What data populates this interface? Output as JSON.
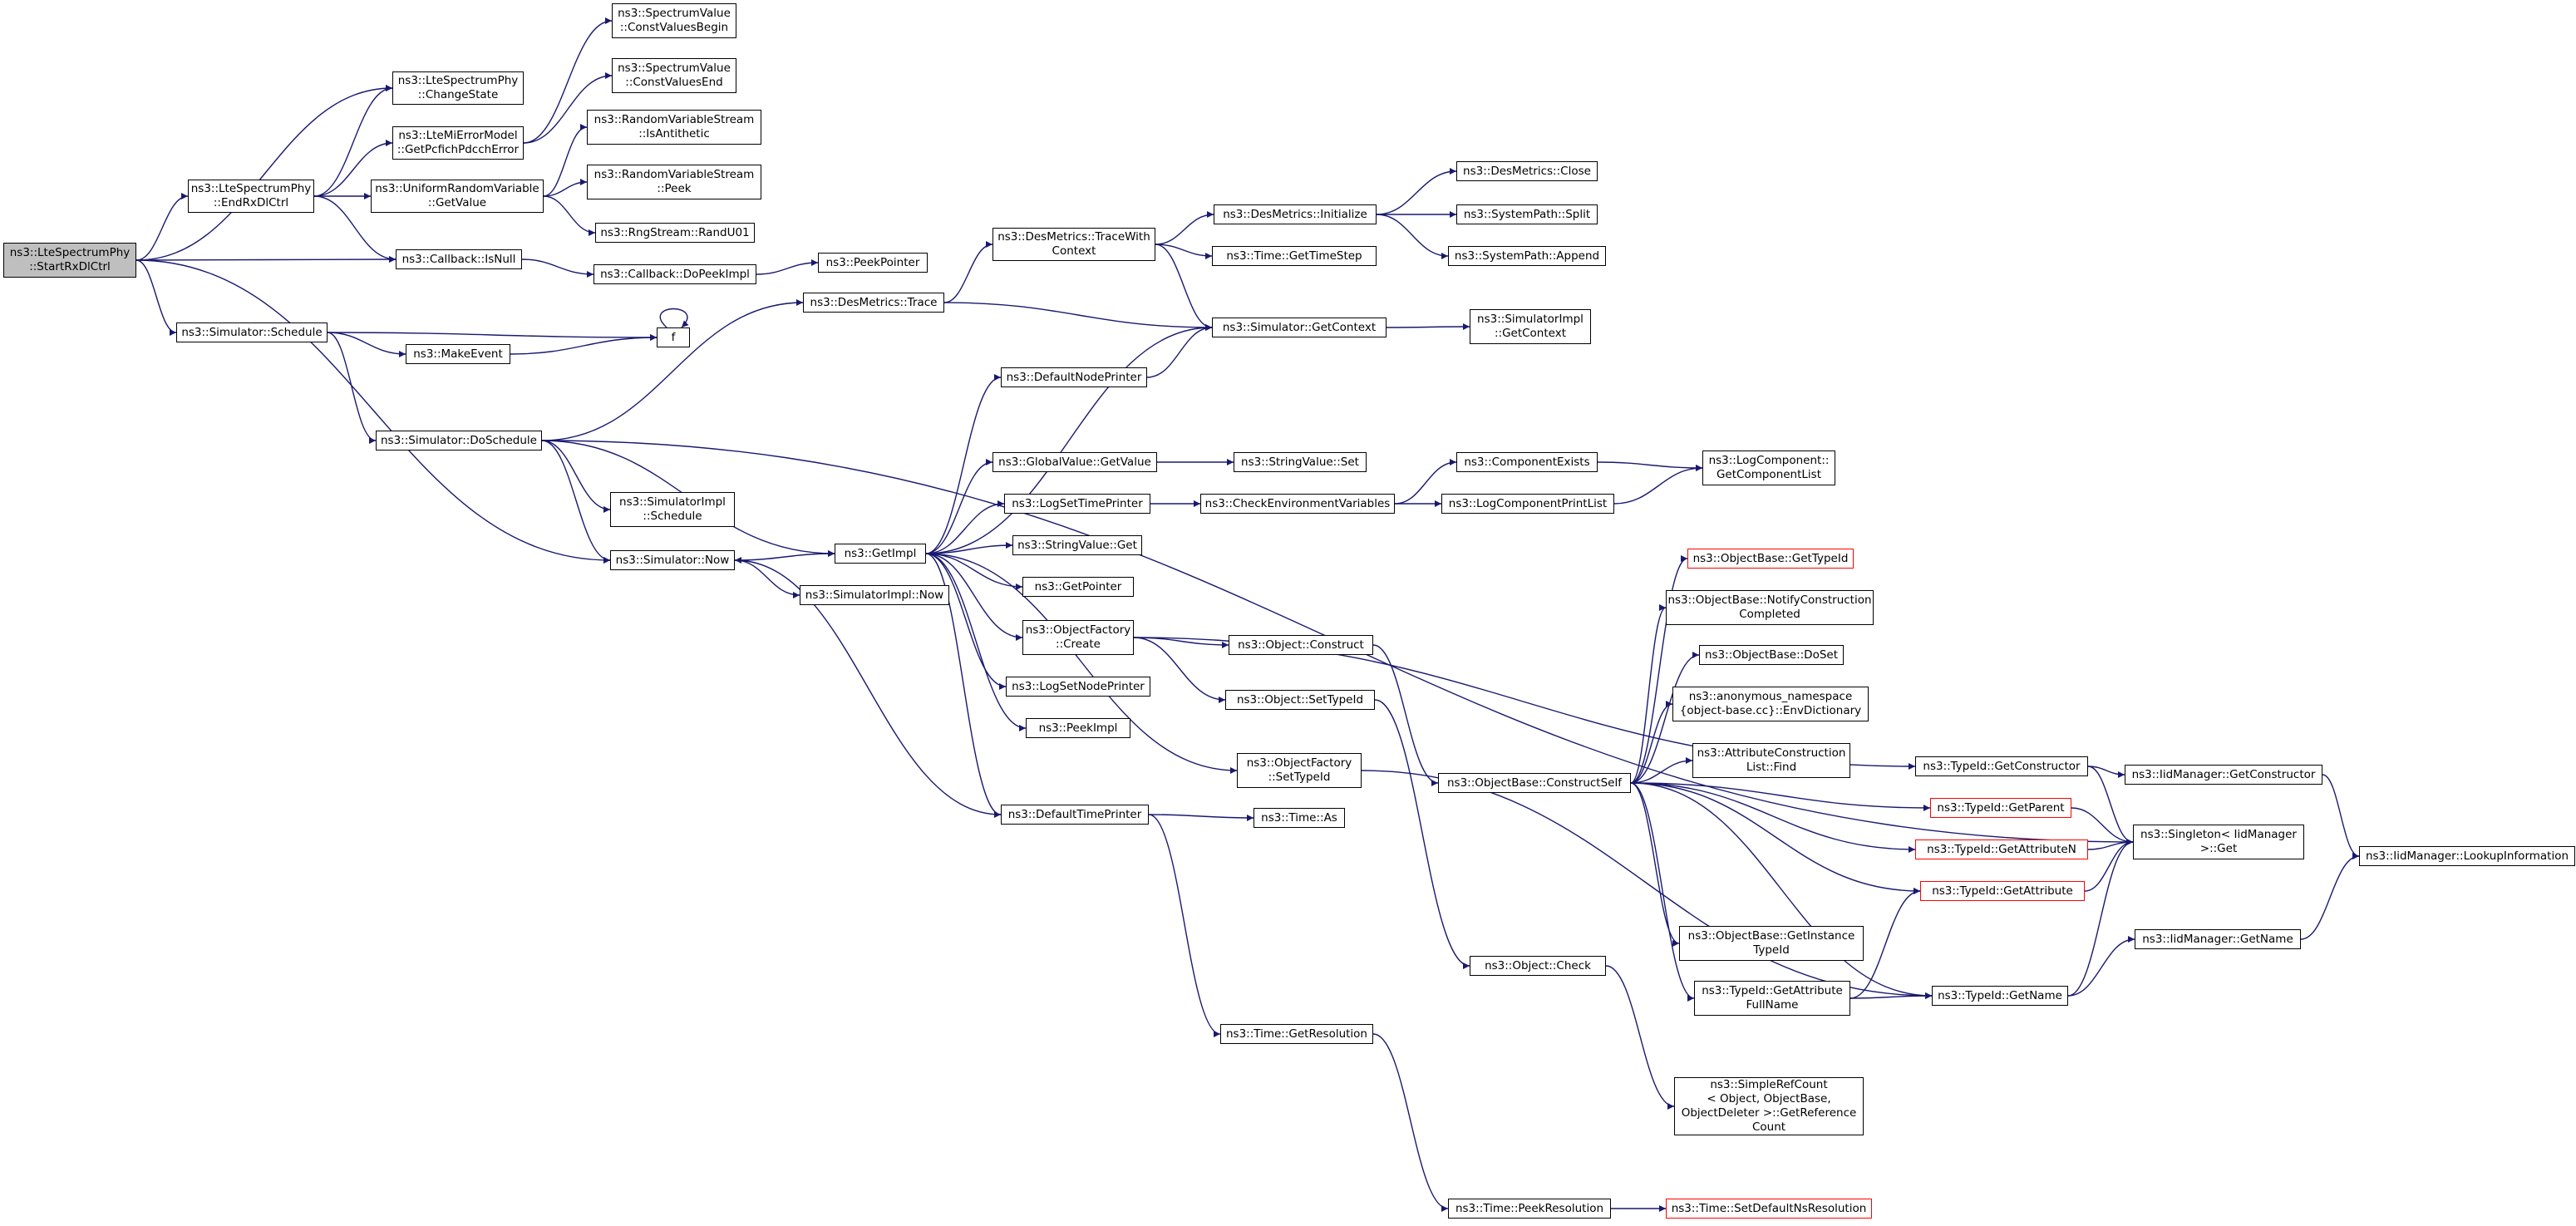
{
  "colors": {
    "edge": "#191970",
    "root_fill": "#bfbfbf",
    "truncated_border": "#ff0000",
    "node_border": "#000000"
  },
  "nodes": [
    {
      "id": "root",
      "label": "ns3::LteSpectrumPhy\n::StartRxDlCtrl",
      "root": true
    },
    {
      "id": "changeState",
      "label": "ns3::LteSpectrumPhy\n::ChangeState"
    },
    {
      "id": "endRx",
      "label": "ns3::LteSpectrumPhy\n::EndRxDlCtrl"
    },
    {
      "id": "miErr",
      "label": "ns3::LteMiErrorModel\n::GetPcfichPdcchError"
    },
    {
      "id": "uniform",
      "label": "ns3::UniformRandomVariable\n::GetValue"
    },
    {
      "id": "isNull",
      "label": "ns3::Callback::IsNull"
    },
    {
      "id": "schedule",
      "label": "ns3::Simulator::Schedule"
    },
    {
      "id": "cvBegin",
      "label": "ns3::SpectrumValue\n::ConstValuesBegin"
    },
    {
      "id": "cvEnd",
      "label": "ns3::SpectrumValue\n::ConstValuesEnd"
    },
    {
      "id": "isAnti",
      "label": "ns3::RandomVariableStream\n::IsAntithetic"
    },
    {
      "id": "rvsPeek",
      "label": "ns3::RandomVariableStream\n::Peek"
    },
    {
      "id": "randU01",
      "label": "ns3::RngStream::RandU01"
    },
    {
      "id": "doPeekImpl",
      "label": "ns3::Callback::DoPeekImpl"
    },
    {
      "id": "peekPointer",
      "label": "ns3::PeekPointer"
    },
    {
      "id": "f",
      "label": "f"
    },
    {
      "id": "makeEvent",
      "label": "ns3::MakeEvent"
    },
    {
      "id": "doSchedule",
      "label": "ns3::Simulator::DoSchedule"
    },
    {
      "id": "simImplSched",
      "label": "ns3::SimulatorImpl\n::Schedule"
    },
    {
      "id": "simNow",
      "label": "ns3::Simulator::Now"
    },
    {
      "id": "getImpl",
      "label": "ns3::GetImpl"
    },
    {
      "id": "simImplNow",
      "label": "ns3::SimulatorImpl::Now"
    },
    {
      "id": "desTrace",
      "label": "ns3::DesMetrics::Trace"
    },
    {
      "id": "traceWith",
      "label": "ns3::DesMetrics::TraceWith\nContext"
    },
    {
      "id": "desInit",
      "label": "ns3::DesMetrics::Initialize"
    },
    {
      "id": "desClose",
      "label": "ns3::DesMetrics::Close"
    },
    {
      "id": "spSplit",
      "label": "ns3::SystemPath::Split"
    },
    {
      "id": "spAppend",
      "label": "ns3::SystemPath::Append"
    },
    {
      "id": "getTimeStep",
      "label": "ns3::Time::GetTimeStep"
    },
    {
      "id": "getContext",
      "label": "ns3::Simulator::GetContext"
    },
    {
      "id": "simImplGetCtx",
      "label": "ns3::SimulatorImpl\n::GetContext"
    },
    {
      "id": "defNodePrinter",
      "label": "ns3::DefaultNodePrinter"
    },
    {
      "id": "gvGetValue",
      "label": "ns3::GlobalValue::GetValue"
    },
    {
      "id": "svSet",
      "label": "ns3::StringValue::Set"
    },
    {
      "id": "logSetTimePrinter",
      "label": "ns3::LogSetTimePrinter"
    },
    {
      "id": "checkEnv",
      "label": "ns3::CheckEnvironmentVariables"
    },
    {
      "id": "compExists",
      "label": "ns3::ComponentExists"
    },
    {
      "id": "logCompPrintList",
      "label": "ns3::LogComponentPrintList"
    },
    {
      "id": "logCompGetList",
      "label": "ns3::LogComponent::\nGetComponentList"
    },
    {
      "id": "svGet",
      "label": "ns3::StringValue::Get"
    },
    {
      "id": "getPointer",
      "label": "ns3::GetPointer"
    },
    {
      "id": "ofCreate",
      "label": "ns3::ObjectFactory\n::Create"
    },
    {
      "id": "objConstruct",
      "label": "ns3::Object::Construct"
    },
    {
      "id": "objSetTypeId",
      "label": "ns3::Object::SetTypeId"
    },
    {
      "id": "logSetNodePrinter",
      "label": "ns3::LogSetNodePrinter"
    },
    {
      "id": "peekImpl",
      "label": "ns3::PeekImpl"
    },
    {
      "id": "ofSetTypeId",
      "label": "ns3::ObjectFactory\n::SetTypeId"
    },
    {
      "id": "defTimePrinter",
      "label": "ns3::DefaultTimePrinter"
    },
    {
      "id": "timeAs",
      "label": "ns3::Time::As"
    },
    {
      "id": "obGetTypeId",
      "label": "ns3::ObjectBase::GetTypeId",
      "red": true
    },
    {
      "id": "obNotify",
      "label": "ns3::ObjectBase::NotifyConstruction\nCompleted"
    },
    {
      "id": "obDoSet",
      "label": "ns3::ObjectBase::DoSet"
    },
    {
      "id": "anonEnv",
      "label": "ns3::anonymous_namespace\n{object-base.cc}::EnvDictionary"
    },
    {
      "id": "attrFind",
      "label": "ns3::AttributeConstruction\nList::Find"
    },
    {
      "id": "obConstructSelf",
      "label": "ns3::ObjectBase::ConstructSelf"
    },
    {
      "id": "tidGetConstructor",
      "label": "ns3::TypeId::GetConstructor"
    },
    {
      "id": "iidGetConstructor",
      "label": "ns3::IidManager::GetConstructor"
    },
    {
      "id": "tidGetParent",
      "label": "ns3::TypeId::GetParent",
      "red": true
    },
    {
      "id": "tidGetAttrN",
      "label": "ns3::TypeId::GetAttributeN",
      "red": true
    },
    {
      "id": "tidGetAttr",
      "label": "ns3::TypeId::GetAttribute",
      "red": true
    },
    {
      "id": "singletonGet",
      "label": "ns3::Singleton< IidManager\n>::Get"
    },
    {
      "id": "iidLookup",
      "label": "ns3::IidManager::LookupInformation"
    },
    {
      "id": "obGetInstTid",
      "label": "ns3::ObjectBase::GetInstance\nTypeId"
    },
    {
      "id": "tidGetAttrFull",
      "label": "ns3::TypeId::GetAttribute\nFullName"
    },
    {
      "id": "tidGetName",
      "label": "ns3::TypeId::GetName"
    },
    {
      "id": "iidGetName",
      "label": "ns3::IidManager::GetName"
    },
    {
      "id": "objCheck",
      "label": "ns3::Object::Check"
    },
    {
      "id": "simpleRef",
      "label": "ns3::SimpleRefCount\n< Object, ObjectBase,\n ObjectDeleter >::GetReference\nCount"
    },
    {
      "id": "timeGetRes",
      "label": "ns3::Time::GetResolution"
    },
    {
      "id": "timePeekRes",
      "label": "ns3::Time::PeekResolution"
    },
    {
      "id": "timeSetDefNs",
      "label": "ns3::Time::SetDefaultNsResolution",
      "red": true
    }
  ],
  "edges": [
    [
      "root",
      "changeState"
    ],
    [
      "root",
      "endRx"
    ],
    [
      "root",
      "isNull"
    ],
    [
      "root",
      "schedule"
    ],
    [
      "root",
      "simNow"
    ],
    [
      "endRx",
      "changeState"
    ],
    [
      "endRx",
      "miErr"
    ],
    [
      "endRx",
      "uniform"
    ],
    [
      "endRx",
      "isNull"
    ],
    [
      "miErr",
      "cvBegin"
    ],
    [
      "miErr",
      "cvEnd"
    ],
    [
      "uniform",
      "isAnti"
    ],
    [
      "uniform",
      "rvsPeek"
    ],
    [
      "uniform",
      "randU01"
    ],
    [
      "isNull",
      "doPeekImpl"
    ],
    [
      "doPeekImpl",
      "peekPointer"
    ],
    [
      "schedule",
      "f"
    ],
    [
      "schedule",
      "makeEvent"
    ],
    [
      "schedule",
      "doSchedule"
    ],
    [
      "makeEvent",
      "f"
    ],
    [
      "f",
      "f"
    ],
    [
      "doSchedule",
      "desTrace"
    ],
    [
      "doSchedule",
      "simImplSched"
    ],
    [
      "doSchedule",
      "simNow"
    ],
    [
      "doSchedule",
      "getImpl"
    ],
    [
      "doSchedule",
      "singletonGet"
    ],
    [
      "simNow",
      "getImpl"
    ],
    [
      "simNow",
      "simImplNow"
    ],
    [
      "desTrace",
      "traceWith"
    ],
    [
      "desTrace",
      "getContext"
    ],
    [
      "traceWith",
      "desInit"
    ],
    [
      "traceWith",
      "getTimeStep"
    ],
    [
      "traceWith",
      "getContext"
    ],
    [
      "desInit",
      "desClose"
    ],
    [
      "desInit",
      "spSplit"
    ],
    [
      "desInit",
      "spAppend"
    ],
    [
      "getContext",
      "simImplGetCtx"
    ],
    [
      "getImpl",
      "getContext"
    ],
    [
      "getImpl",
      "defNodePrinter"
    ],
    [
      "getImpl",
      "gvGetValue"
    ],
    [
      "getImpl",
      "logSetTimePrinter"
    ],
    [
      "getImpl",
      "svGet"
    ],
    [
      "getImpl",
      "getPointer"
    ],
    [
      "getImpl",
      "ofCreate"
    ],
    [
      "getImpl",
      "logSetNodePrinter"
    ],
    [
      "getImpl",
      "peekImpl"
    ],
    [
      "getImpl",
      "ofSetTypeId"
    ],
    [
      "getImpl",
      "defTimePrinter"
    ],
    [
      "defNodePrinter",
      "getContext"
    ],
    [
      "gvGetValue",
      "svSet"
    ],
    [
      "logSetTimePrinter",
      "checkEnv"
    ],
    [
      "checkEnv",
      "compExists"
    ],
    [
      "checkEnv",
      "logCompPrintList"
    ],
    [
      "compExists",
      "logCompGetList"
    ],
    [
      "logCompPrintList",
      "logCompGetList"
    ],
    [
      "ofCreate",
      "objConstruct"
    ],
    [
      "ofCreate",
      "objSetTypeId"
    ],
    [
      "ofCreate",
      "tidGetConstructor"
    ],
    [
      "objConstruct",
      "obConstructSelf"
    ],
    [
      "objSetTypeId",
      "objCheck"
    ],
    [
      "ofSetTypeId",
      "tidGetName"
    ],
    [
      "defTimePrinter",
      "simNow"
    ],
    [
      "defTimePrinter",
      "timeAs"
    ],
    [
      "defTimePrinter",
      "timeGetRes"
    ],
    [
      "obConstructSelf",
      "obGetTypeId"
    ],
    [
      "obConstructSelf",
      "obNotify"
    ],
    [
      "obConstructSelf",
      "obDoSet"
    ],
    [
      "obConstructSelf",
      "anonEnv"
    ],
    [
      "obConstructSelf",
      "attrFind"
    ],
    [
      "obConstructSelf",
      "tidGetParent"
    ],
    [
      "obConstructSelf",
      "tidGetAttrN"
    ],
    [
      "obConstructSelf",
      "tidGetAttr"
    ],
    [
      "obConstructSelf",
      "obGetInstTid"
    ],
    [
      "obConstructSelf",
      "tidGetAttrFull"
    ],
    [
      "obConstructSelf",
      "tidGetName"
    ],
    [
      "tidGetConstructor",
      "iidGetConstructor"
    ],
    [
      "tidGetConstructor",
      "singletonGet"
    ],
    [
      "iidGetConstructor",
      "iidLookup"
    ],
    [
      "tidGetParent",
      "singletonGet"
    ],
    [
      "tidGetAttrN",
      "singletonGet"
    ],
    [
      "tidGetAttr",
      "singletonGet"
    ],
    [
      "tidGetAttrFull",
      "tidGetAttr"
    ],
    [
      "tidGetAttrFull",
      "tidGetName"
    ],
    [
      "tidGetName",
      "singletonGet"
    ],
    [
      "tidGetName",
      "iidGetName"
    ],
    [
      "iidGetName",
      "iidLookup"
    ],
    [
      "objCheck",
      "simpleRef"
    ],
    [
      "timeGetRes",
      "timePeekRes"
    ],
    [
      "timePeekRes",
      "timeSetDefNs"
    ]
  ]
}
